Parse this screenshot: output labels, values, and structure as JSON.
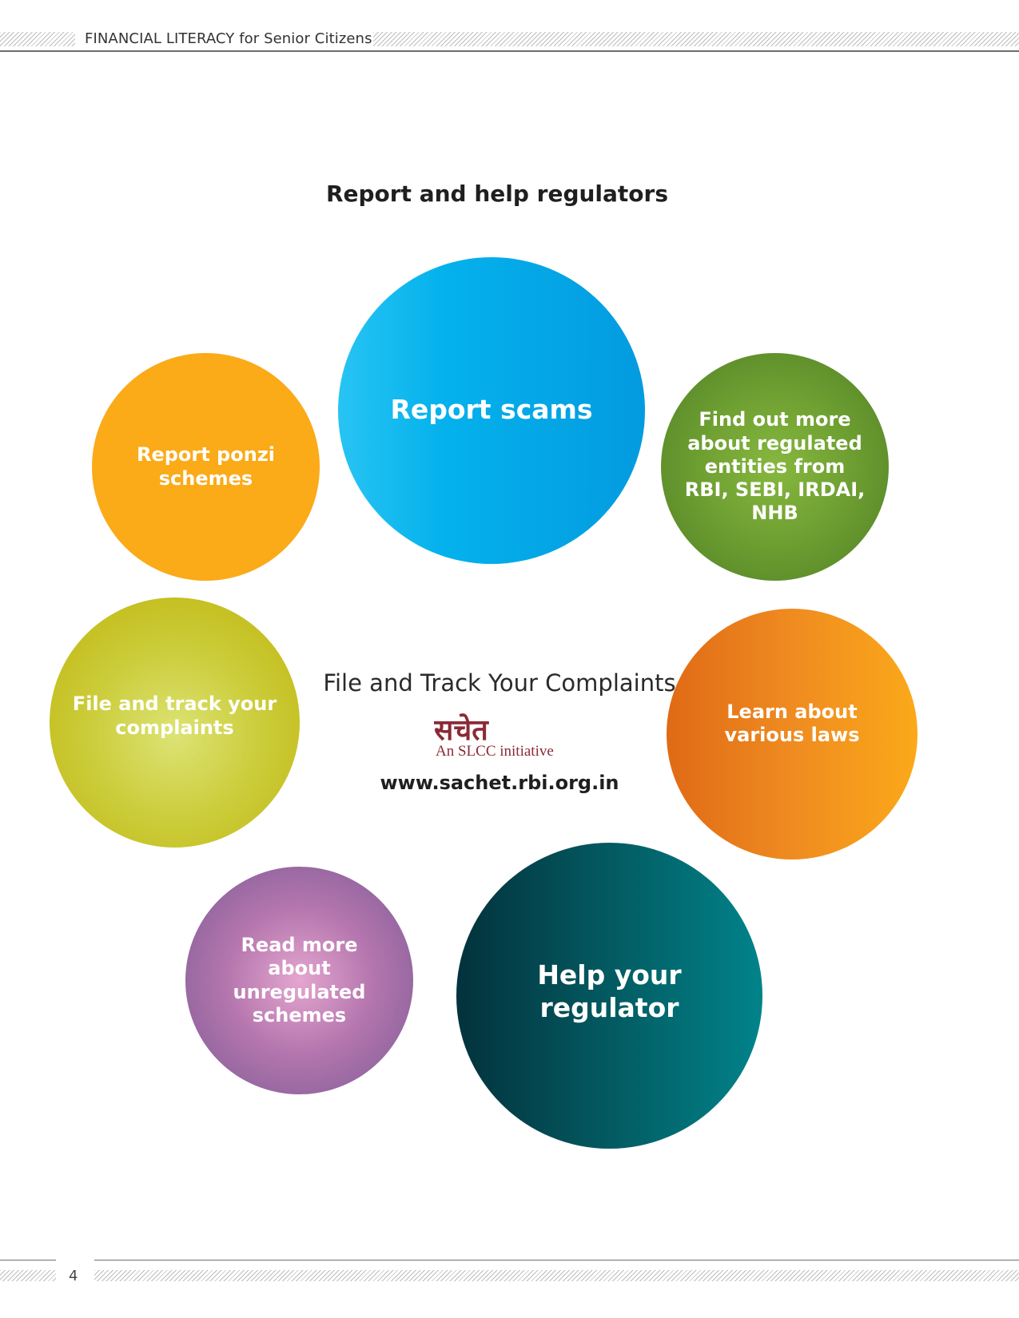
{
  "header": {
    "title": "FINANCIAL LITERACY for Senior Citizens"
  },
  "section": {
    "title": "Report and help regulators"
  },
  "circles": {
    "report_scams": "Report scams",
    "report_ponzi": "Report ponzi schemes",
    "regulated_entities": "Find out more about regulated entities from RBI, SEBI, IRDAI, NHB",
    "file_track": "File and track your complaints",
    "learn_laws": "Learn about various laws",
    "unregulated_schemes": "Read more about unregulated schemes",
    "help_regulator": "Help your regulator"
  },
  "center": {
    "heading": "File and Track Your Complaints",
    "logo_word": "सचेत",
    "logo_tagline": "An SLCC initiative",
    "website": "www.sachet.rbi.org.in"
  },
  "footer": {
    "page_number": "4"
  },
  "colors": {
    "report_scams": "#04b1ec",
    "report_ponzi": "#fbaa18",
    "regulated_entities": "#6fa032",
    "file_track": "#cccd3c",
    "learn_laws": "#ef8b20",
    "unregulated_schemes": "#b576ae",
    "help_regulator": "#035a61",
    "logo": "#8b2a36"
  }
}
